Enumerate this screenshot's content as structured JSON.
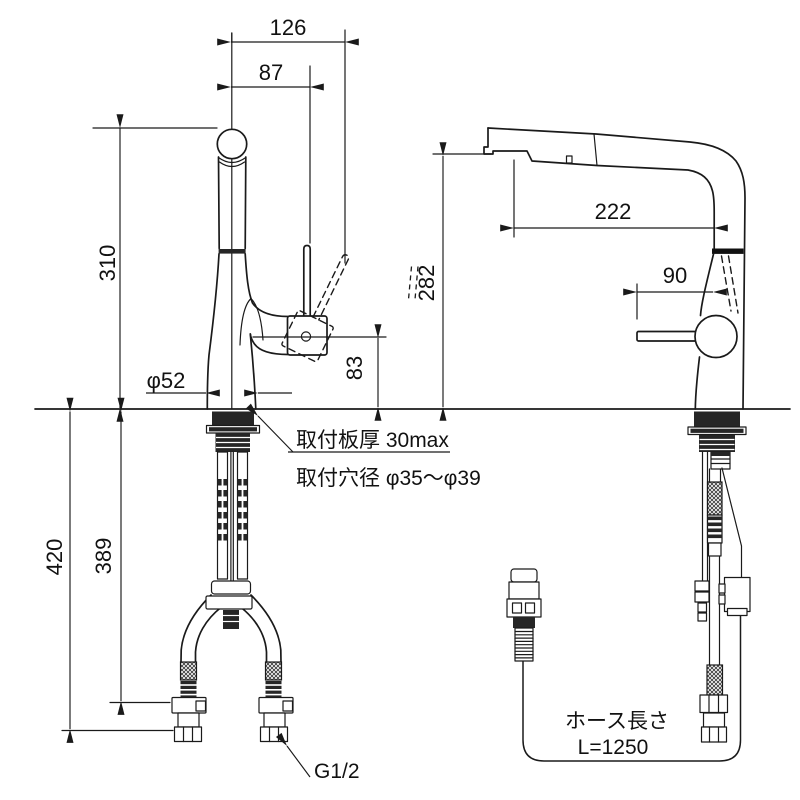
{
  "drawing": {
    "background": "#ffffff",
    "line_color": "#1a1a1a",
    "front_view": {
      "dims": {
        "spout_reach": "126",
        "lever_offset": "87",
        "spout_height": "310",
        "body_diameter": "φ52",
        "lever_height": "83",
        "under_counter_total": "420",
        "under_counter_hose": "389"
      },
      "notes": {
        "mount_plate": "取付板厚 30max",
        "mount_hole": "取付穴径 φ35〜φ39",
        "thread": "G1/2"
      }
    },
    "side_view": {
      "dims": {
        "height_to_spout": "282",
        "spout_reach": "222",
        "lever_reach": "90"
      },
      "notes": {
        "hose_length_label": "ホース長さ",
        "hose_length_value": "L=1250"
      }
    }
  }
}
